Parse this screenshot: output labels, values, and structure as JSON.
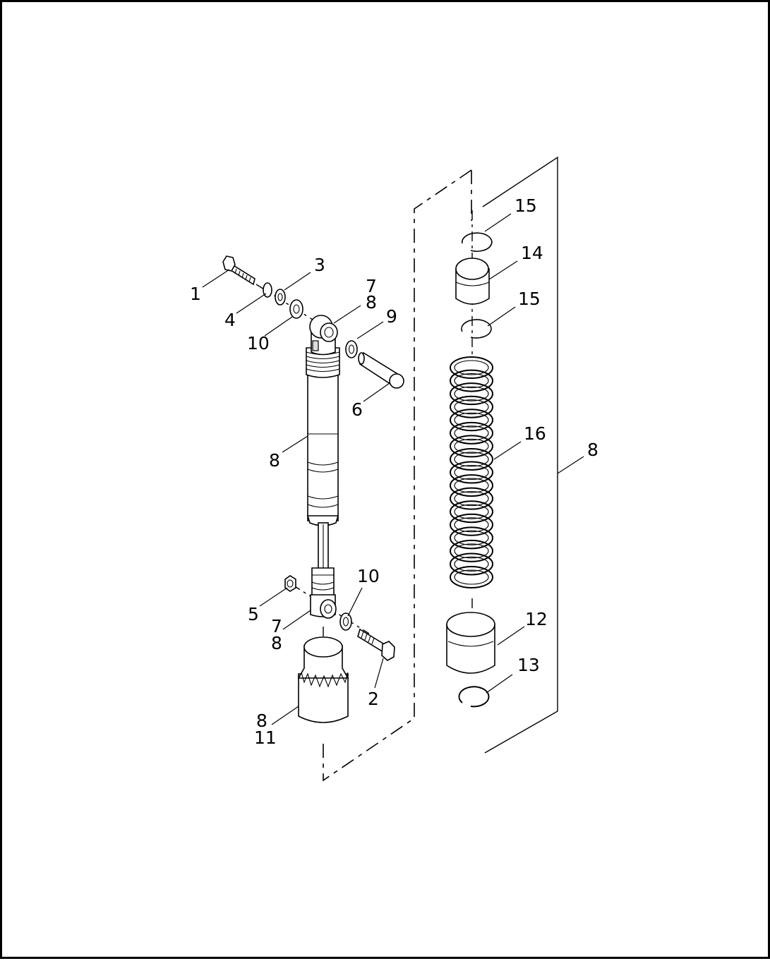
{
  "callouts": {
    "c1": "1",
    "c2": "2",
    "c3": "3",
    "c4": "4",
    "c5": "5",
    "c6": "6",
    "c7_top": "7",
    "c8_top": "8",
    "c9": "9",
    "c10_top": "10",
    "c8_body": "8",
    "c10_bottom": "10",
    "c7_bottom": "7",
    "c8_bottom": "8",
    "c8_cover": "8",
    "c11": "11",
    "c15_top": "15",
    "c14": "14",
    "c15_mid": "15",
    "c16": "16",
    "c8_kit": "8",
    "c12": "12",
    "c13": "13"
  }
}
